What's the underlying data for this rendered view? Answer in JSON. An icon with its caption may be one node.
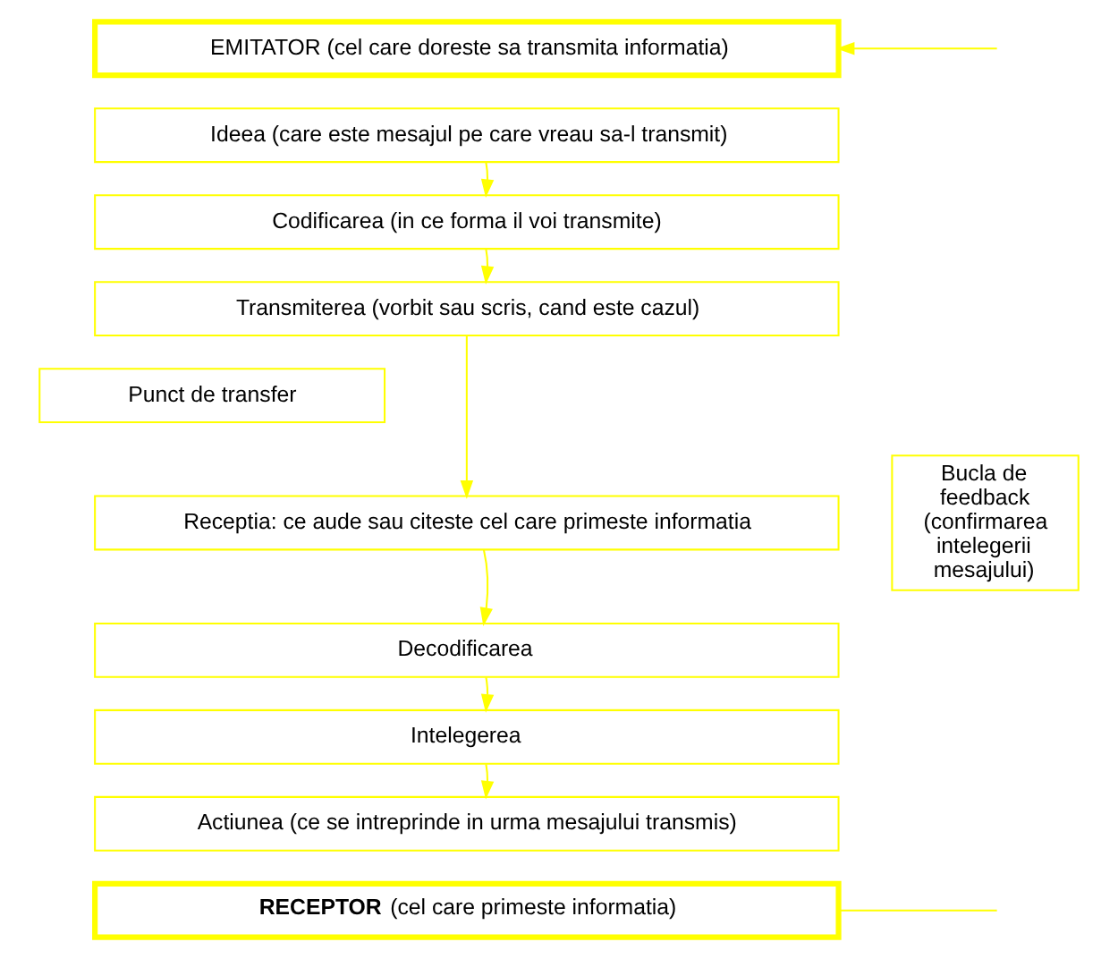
{
  "diagram": {
    "nodes": [
      {
        "text": [
          "EMITATOR (cel care doreste sa transmita informatia)"
        ]
      },
      {
        "text": [
          "Ideea (care este mesajul pe care vreau sa-l transmit)"
        ]
      },
      {
        "text": [
          "Codificarea (in ce forma il voi transmite)"
        ]
      },
      {
        "text": [
          "Transmiterea (vorbit sau scris, cand este cazul)"
        ]
      },
      {
        "text": [
          "Punct de transfer"
        ]
      },
      {
        "text": [
          "Receptia: ce aude sau citeste cel care primeste informatia"
        ]
      },
      {
        "text": [
          "Decodificarea"
        ]
      },
      {
        "text": [
          "Intelegerea"
        ]
      },
      {
        "text": [
          "Actiunea (ce se intreprinde in urma mesajului transmis)"
        ]
      },
      {
        "text": [
          "Bucla de feedback (confirmarea intelegerii mesajului)"
        ]
      },
      {
        "text": [
          "**RECEPTOR** (cel care primeste informatia)"
        ]
      }
    ],
    "edges": [
      {
        "from": 1,
        "to": 2,
        "arrow": "to"
      },
      {
        "from": 2,
        "to": 3,
        "arrow": "to"
      },
      {
        "from": 3,
        "to": 5,
        "arrow": "to"
      },
      {
        "from": 5,
        "to": 6,
        "arrow": "to"
      },
      {
        "from": 6,
        "to": 7,
        "arrow": "to"
      },
      {
        "from": 7,
        "to": 8,
        "arrow": "to"
      },
      {
        "from": 10,
        "to": null,
        "arrow": "none"
      },
      {
        "from": null,
        "to": 0,
        "arrow": "to"
      }
    ]
  }
}
